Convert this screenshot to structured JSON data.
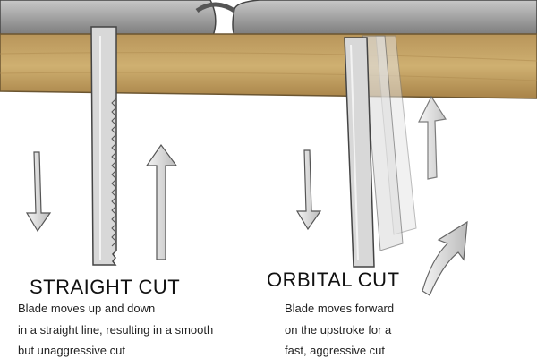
{
  "straight": {
    "title": "STRAIGHT CUT",
    "lines": [
      "Blade moves up and down",
      "in a straight line, resulting in a smooth",
      "but unaggressive cut"
    ]
  },
  "orbital": {
    "title": "ORBITAL CUT",
    "lines": [
      "Blade moves forward",
      "on the upstroke for a",
      "fast, aggressive cut"
    ]
  },
  "colors": {
    "wood": "#c9a867",
    "metal": "#9a9a9a",
    "blade": "#d6d6d6"
  }
}
